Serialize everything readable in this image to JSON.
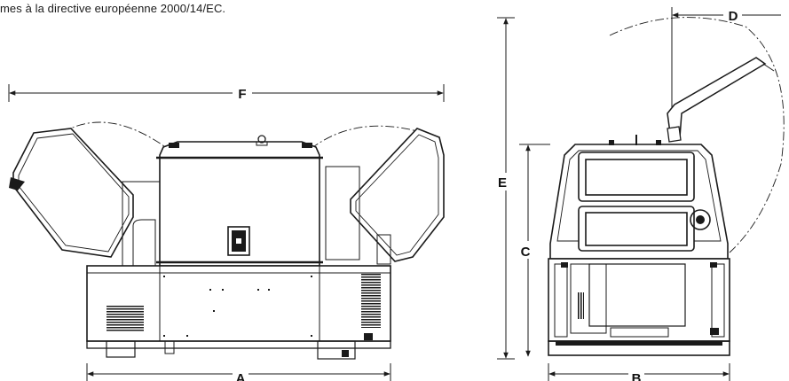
{
  "caption": "mes à la directive européenne 2000/14/EC.",
  "dimensions": {
    "A": "A",
    "B": "B",
    "C": "C",
    "D": "D",
    "E": "E",
    "F": "F"
  },
  "colors": {
    "line": "#1a1a1a",
    "fill_dark": "#2a2a2a",
    "fill_mid": "#bdbdbd",
    "fill_light": "#f4f4f4"
  }
}
